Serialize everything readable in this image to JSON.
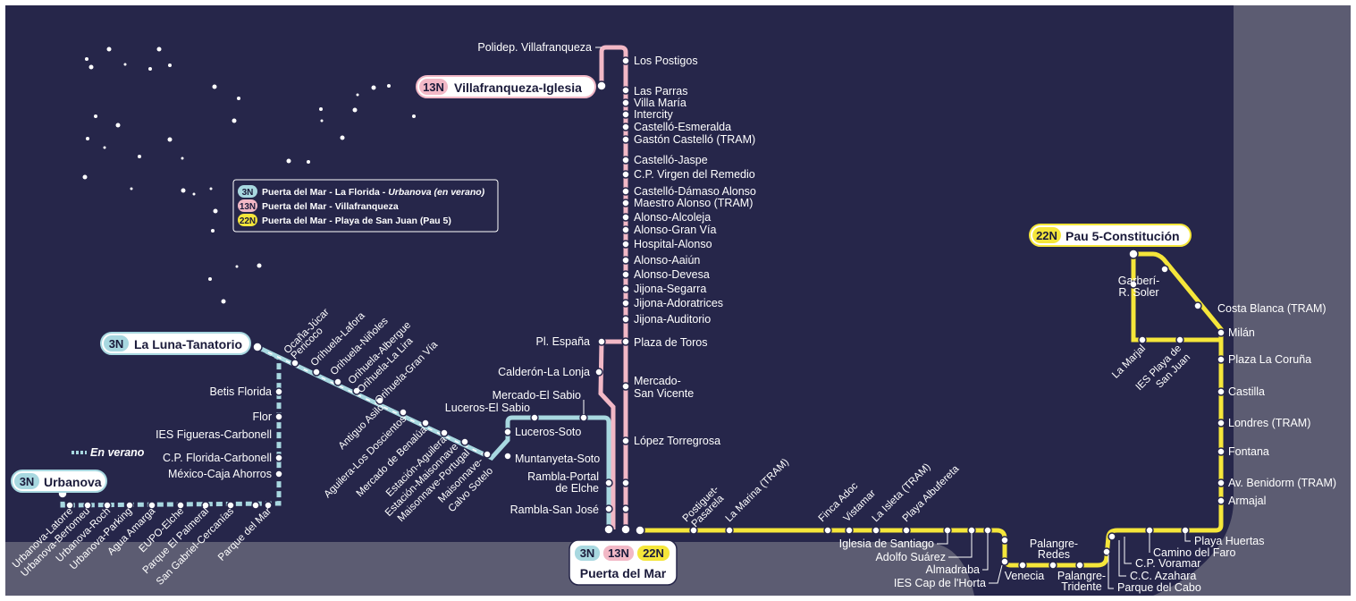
{
  "colors": {
    "bg": "#26264a",
    "ground": "#5c5c72",
    "line3N": "#a8d8e0",
    "line13N": "#f2b8c6",
    "line22N": "#f5e63a",
    "text": "#ffffff"
  },
  "legend": {
    "items": [
      {
        "badge": "3N",
        "text": "Puerta del Mar - La Florida - ",
        "italic": "Urbanova (en verano)"
      },
      {
        "badge": "13N",
        "text": "Puerta del Mar - Villafranqueza",
        "italic": ""
      },
      {
        "badge": "22N",
        "text": "Puerta del Mar - Playa de San Juan (Pau 5)",
        "italic": ""
      }
    ],
    "summer": "En verano"
  },
  "terminals": {
    "villafranqueza": {
      "badge": "13N",
      "name": "Villafranqueza-Iglesia"
    },
    "luna": {
      "badge": "3N",
      "name": "La Luna-Tanatorio"
    },
    "urbanova": {
      "badge": "3N",
      "name": "Urbanova"
    },
    "pau5": {
      "badge": "22N",
      "name": "Pau 5-Constitución"
    },
    "puerta": {
      "badges": [
        "3N",
        "13N",
        "22N"
      ],
      "name": "Puerta del Mar"
    }
  },
  "stops": {
    "polidep": "Polidep. Villafranqueza",
    "postigos": "Los Postigos",
    "parras": "Las Parras",
    "villamaria": "Villa María",
    "intercity": "Intercity",
    "esmeralda": "Castelló-Esmeralda",
    "gaston": "Gastón Castelló (TRAM)",
    "jaspe": "Castelló-Jaspe",
    "virgen": "C.P. Virgen del Remedio",
    "damaso": "Castelló-Dámaso Alonso",
    "maestro": "Maestro Alonso (TRAM)",
    "alcoleja": "Alonso-Alcoleja",
    "granvia": "Alonso-Gran Vía",
    "hospital": "Hospital-Alonso",
    "aaiun": "Alonso-Aaiún",
    "devesa": "Alonso-Devesa",
    "segarra": "Jijona-Segarra",
    "adoratrices": "Jijona-Adoratrices",
    "auditorio": "Jijona-Auditorio",
    "toros": "Plaza de Toros",
    "plespana": "Pl. España",
    "lonja": "Calderón-La Lonja",
    "mercado1": "Mercado-",
    "mercado2": "San Vicente",
    "torregrosa": "López Torregrosa",
    "sabio1": "Mercado-El Sabio",
    "sabio2": "Luceros-El Sabio",
    "lucsoto": "Luceros-Soto",
    "munsoto": "Muntanyeta-Soto",
    "rambla1": "Rambla-Portal",
    "rambla2": "de Elche",
    "ramblasj": "Rambla-San José",
    "betis": "Betis Florida",
    "flor": "Flor",
    "figueras": "IES Figueras-Carbonell",
    "cpflorida": "C.P. Florida-Carbonell",
    "mexico": "México-Caja Ahorros",
    "ocana": "Ocaña-Júcar",
    "pericoco": "Pericoco",
    "lafora": "Orihuela-Lafora",
    "ninoles": "Orihuela-Niñoles",
    "albergue": "Orihuela-Albergue",
    "lalira": "Orihuela-La Lira",
    "orgranvia": "Orihuela-Gran Vía",
    "antiguo": "Antiguo Asilo",
    "dosc": "Aguilera-Los Doscientos",
    "benalua": "Mercado de Benalúa",
    "estagu": "Estación-Aguilera",
    "estmais": "Estación-Maisonnave",
    "maisport": "Maisonnave-Portugal",
    "maiscal1": "Maisonnave-",
    "maiscal2": "Calvo Sotelo",
    "latorre": "Urbanova-Latorre",
    "bertomeu": "Urbanova-Bertomeu",
    "roch": "Urbanova-Roch",
    "parking": "Urbanova-Parking",
    "aguaamarga": "Agua Amarga",
    "eupo": "EUPO-Elche",
    "palmeral": "Parque El Palmeral",
    "sangabriel": "San Gabriel-Cercanías",
    "parquemar": "Parque del Mar",
    "postiguet1": "Postiguet-",
    "postiguet2": "Pasarela",
    "lamarina": "La Marina (TRAM)",
    "finca": "Finca Adoc",
    "vistamar": "Vistamar",
    "isleta": "La Isleta (TRAM)",
    "albufereta": "Playa Albufereta",
    "iglesia": "Iglesia de Santiago",
    "adolfo": "Adolfo Suárez",
    "almadraba": "Almadraba",
    "horta": "IES Cap de l'Horta",
    "venecia": "Venecia",
    "redes1": "Palangre-",
    "redes2": "Redes",
    "tridente1": "Palangre-",
    "tridente2": "Tridente",
    "cabo": "Parque del Cabo",
    "azahara": "C.C. Azahara",
    "voramar": "C.P. Voramar",
    "faro": "Camino del Faro",
    "huertas": "Playa Huertas",
    "armajal": "Armajal",
    "benidorm": "Av. Benidorm (TRAM)",
    "fontana": "Fontana",
    "londres": "Londres (TRAM)",
    "castilla": "Castilla",
    "coruna": "Plaza La Coruña",
    "milan": "Milán",
    "costablanca": "Costa Blanca (TRAM)",
    "garberi1": "Garberí-",
    "garberi2": "R. Soler",
    "marjal": "La Marjal",
    "iesplaya1": "IES Playa de",
    "iesplaya2": "San Juan"
  }
}
